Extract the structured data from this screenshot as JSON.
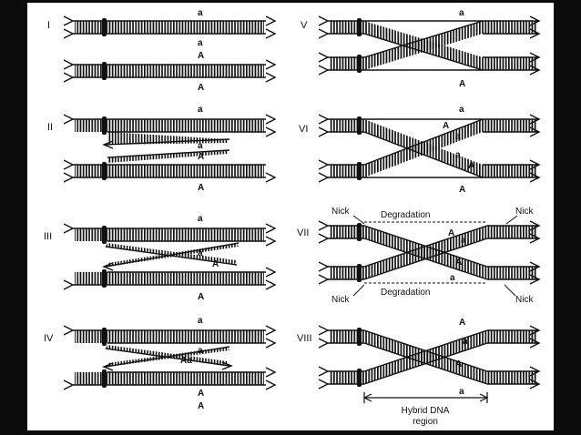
{
  "colors": {
    "background": "#0b0b0b",
    "panel": "#ffffff",
    "ink": "#111111"
  },
  "panels": [
    {
      "id": "I",
      "label": "I",
      "top_labels": [
        "a",
        "a"
      ],
      "bottom_labels": [
        "A",
        "A"
      ],
      "extra_labels": []
    },
    {
      "id": "II",
      "label": "II",
      "top_labels": [
        "a",
        "a"
      ],
      "bottom_labels": [
        "A",
        "A"
      ],
      "extra_labels": []
    },
    {
      "id": "III",
      "label": "III",
      "top_labels": [
        "a",
        "a"
      ],
      "bottom_labels": [
        "A",
        "A"
      ],
      "extra_labels": []
    },
    {
      "id": "IV",
      "label": "IV",
      "top_labels": [
        "a",
        "a"
      ],
      "bottom_labels": [
        "A",
        "A"
      ],
      "extra_labels": [
        "Aa"
      ]
    },
    {
      "id": "V",
      "label": "V",
      "top_labels": [
        "a"
      ],
      "bottom_labels": [
        "A"
      ],
      "extra_labels": []
    },
    {
      "id": "VI",
      "label": "VI",
      "top_labels": [
        "a"
      ],
      "bottom_labels": [
        "A"
      ],
      "extra_labels": [
        "A",
        "a",
        "a",
        "A"
      ]
    },
    {
      "id": "VII",
      "label": "VII",
      "top_labels": [],
      "bottom_labels": [],
      "extra_labels": [
        "A",
        "a",
        "A",
        "a"
      ]
    },
    {
      "id": "VIII",
      "label": "VIII",
      "top_labels": [
        "A"
      ],
      "bottom_labels": [
        "a"
      ],
      "extra_labels": [
        "a",
        "A"
      ]
    }
  ],
  "annotations": {
    "nick": "Nick",
    "degradation": "Degradation",
    "hybrid_line1": "Hybrid DNA",
    "hybrid_line2": "region"
  }
}
